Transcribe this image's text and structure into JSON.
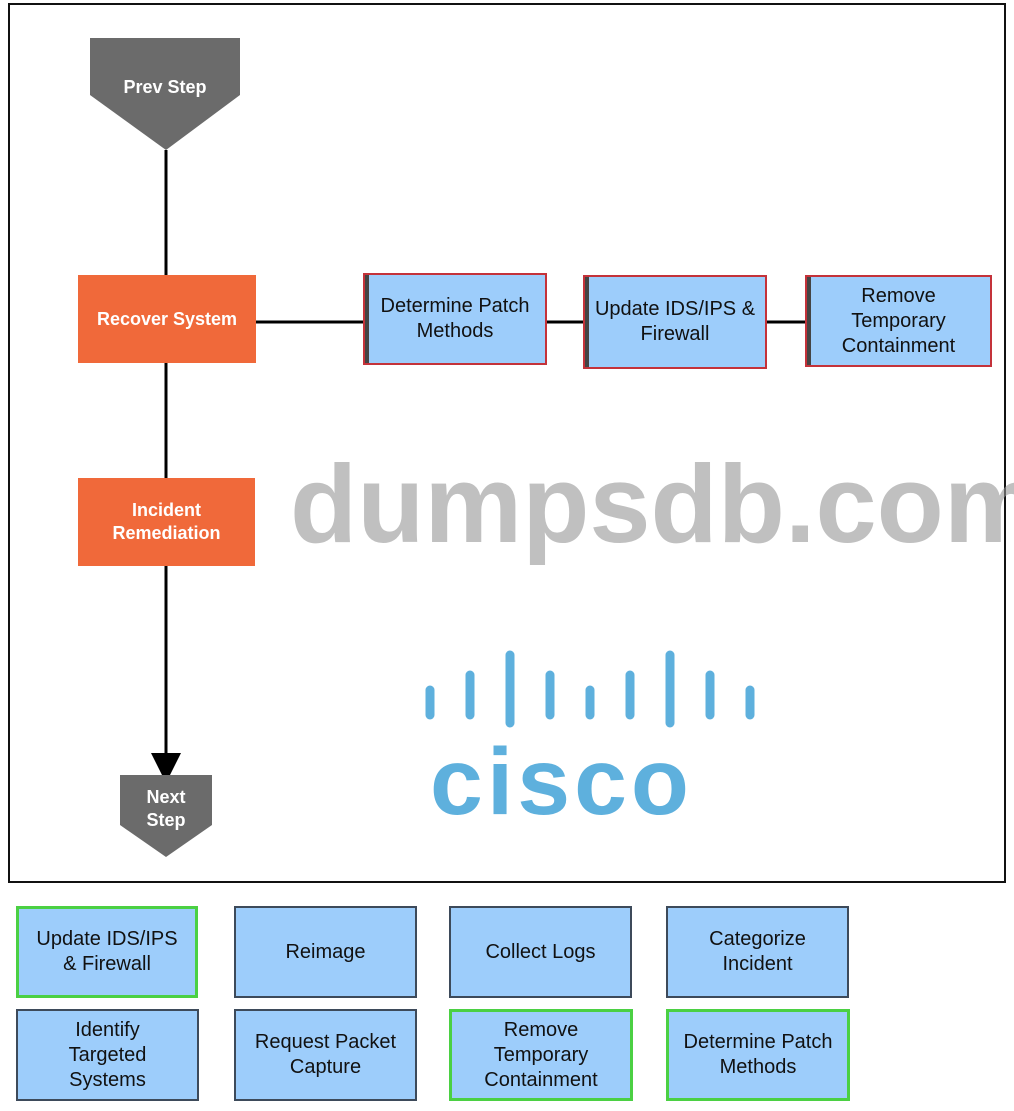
{
  "diagram": {
    "prev_step": "Prev Step",
    "next_step": "Next Step",
    "recover_system": "Recover System",
    "incident_remediation": "Incident Remediation",
    "chain": [
      "Determine Patch Methods",
      "Update IDS/IPS & Firewall",
      "Remove Temporary Containment"
    ]
  },
  "options": [
    {
      "label": "Update IDS/IPS & Firewall",
      "placed": true
    },
    {
      "label": "Reimage",
      "placed": false
    },
    {
      "label": "Collect Logs",
      "placed": false
    },
    {
      "label": "Categorize Incident",
      "placed": false
    },
    {
      "label": "Identify Targeted Systems",
      "placed": false
    },
    {
      "label": "Request Packet Capture",
      "placed": false
    },
    {
      "label": "Remove Temporary Containment",
      "placed": true
    },
    {
      "label": "Determine Patch Methods",
      "placed": true
    }
  ],
  "watermarks": {
    "site": "dumpsdb.com",
    "logo": "cisco"
  },
  "colors": {
    "orange": "#f0693a",
    "blue": "#9dcdfb",
    "gray": "#6b6b6b",
    "placed_border": "#4bd043"
  }
}
